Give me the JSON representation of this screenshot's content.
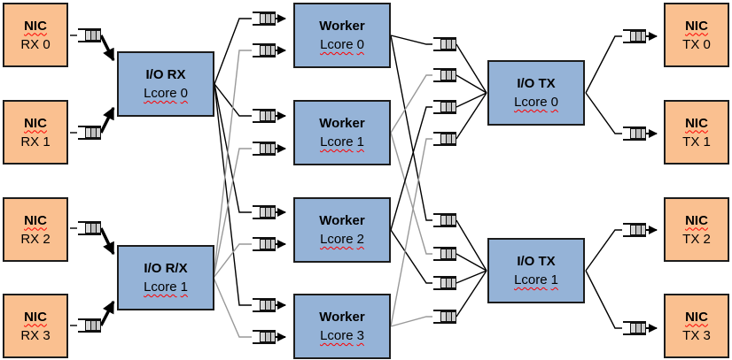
{
  "colors": {
    "nic_fill": "#FAC090",
    "lcore_fill": "#95B3D7",
    "queue_fill": "#CFCFCF",
    "line_black": "#000000",
    "line_gray": "#999999",
    "squiggle": "#FF0000"
  },
  "icons": {
    "queue": "queue-icon",
    "arrow": "arrow-right-icon"
  },
  "nic_rx": [
    {
      "title": "NIC",
      "port": "RX 0"
    },
    {
      "title": "NIC",
      "port": "RX 1"
    },
    {
      "title": "NIC",
      "port": "RX 2"
    },
    {
      "title": "NIC",
      "port": "RX 3"
    }
  ],
  "io_rx_lcores": [
    {
      "title": "I/O RX",
      "core_word": "Lcore",
      "core_num": "0"
    },
    {
      "title": "I/O R/X",
      "core_word": "Lcore",
      "core_num": "1"
    }
  ],
  "workers": [
    {
      "title": "Worker",
      "core_word": "Lcore",
      "core_num": "0"
    },
    {
      "title": "Worker",
      "core_word": "Lcore",
      "core_num": "1"
    },
    {
      "title": "Worker",
      "core_word": "Lcore",
      "core_num": "2"
    },
    {
      "title": "Worker",
      "core_word": "Lcore",
      "core_num": "3"
    }
  ],
  "io_tx_lcores": [
    {
      "title": "I/O TX",
      "core_word": "Lcore",
      "core_num": "0"
    },
    {
      "title": "I/O TX",
      "core_word": "Lcore",
      "core_num": "1"
    }
  ],
  "nic_tx": [
    {
      "title": "NIC",
      "port": "TX 0"
    },
    {
      "title": "NIC",
      "port": "TX 1"
    },
    {
      "title": "NIC",
      "port": "TX 2"
    },
    {
      "title": "NIC",
      "port": "TX 3"
    }
  ]
}
